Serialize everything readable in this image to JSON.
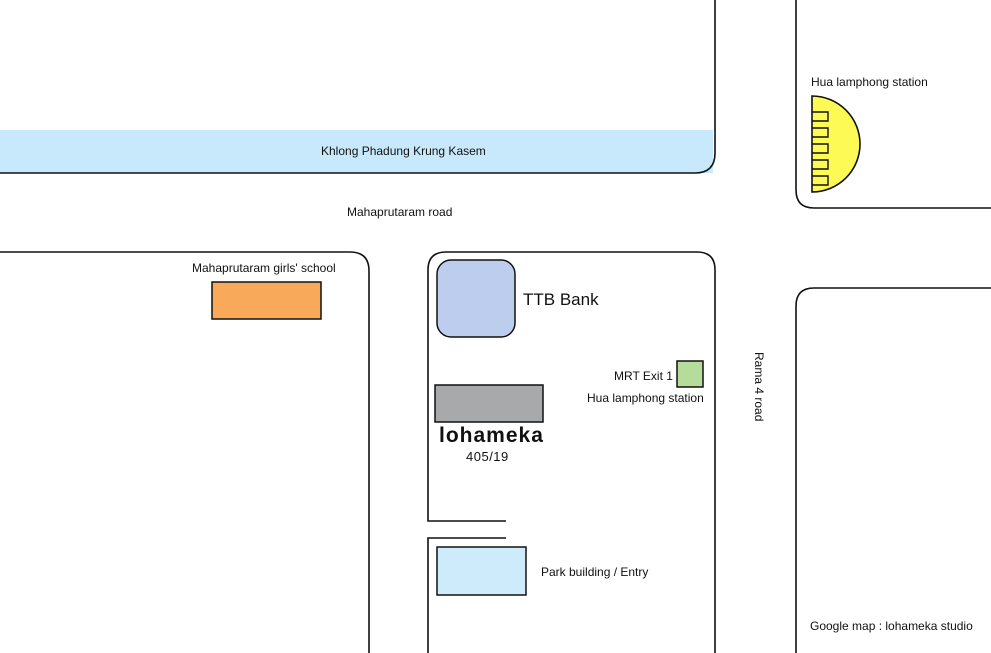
{
  "colors": {
    "canal": "#c8e9fb",
    "school": "#f9a95a",
    "bank": "#bccdee",
    "studio": "#a8a9ab",
    "mrt_exit": "#b5dc9b",
    "park_building": "#cdebfb",
    "station": "#fefa55",
    "block_stroke": "#111111"
  },
  "labels": {
    "canal": "Khlong Phadung Krung Kasem",
    "mahaprutaram_road": "Mahaprutaram road",
    "rama4_road": "Rama 4 road",
    "station_top": "Hua lamphong station",
    "school": "Mahaprutaram girls' school",
    "bank": "TTB Bank",
    "mrt_exit": "MRT Exit 1",
    "mrt_station": "Hua lamphong station",
    "studio_name": "lohameka",
    "studio_address": "405/19",
    "park_building": "Park building / Entry",
    "google_map": "Google map : lohameka studio"
  },
  "icons": {
    "station": "metro-station-icon",
    "studio_logo": "ring-letter-o-icon"
  }
}
